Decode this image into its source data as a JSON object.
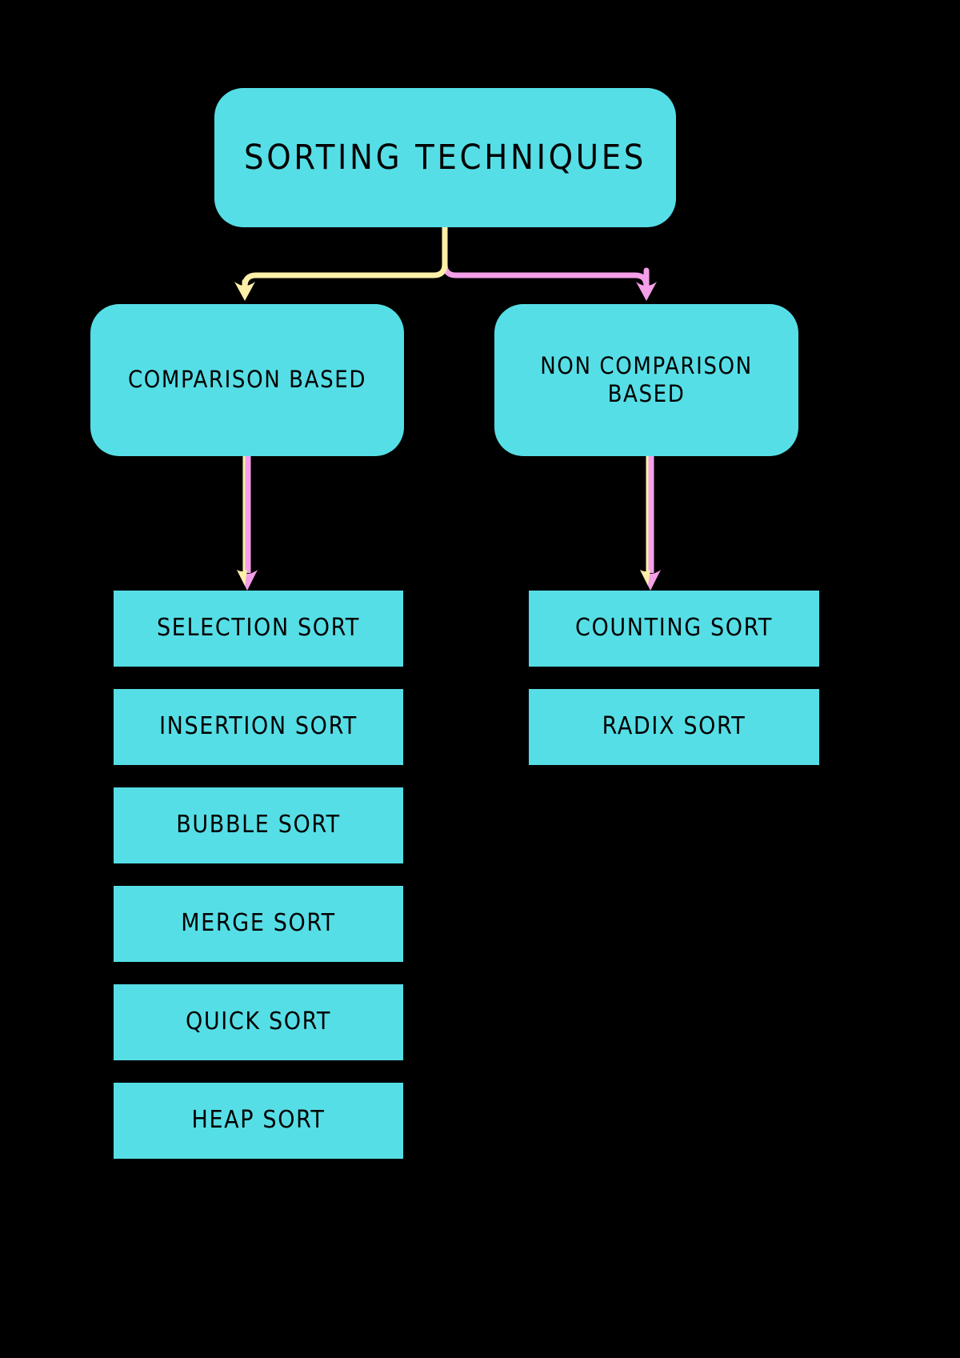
{
  "diagram": {
    "title": "Sorting Techniques",
    "background_color": "#000000",
    "node_color": "#56DEE6",
    "node_text_color": "#000000",
    "edge_colors": {
      "left_branch": "#FCEFA8",
      "right_branch": "#F49FE8"
    },
    "root": {
      "id": "sorting-techniques",
      "label": "SORTING TECHNIQUES"
    },
    "branches": [
      {
        "id": "comparison-based",
        "label": "COMPARISON BASED",
        "edge_color": "#FCEFA8",
        "children": [
          {
            "id": "selection-sort",
            "label": "SELECTION SORT"
          },
          {
            "id": "insertion-sort",
            "label": "INSERTION SORT"
          },
          {
            "id": "bubble-sort",
            "label": "BUBBLE SORT"
          },
          {
            "id": "merge-sort",
            "label": "MERGE SORT"
          },
          {
            "id": "quick-sort",
            "label": "QUICK SORT"
          },
          {
            "id": "heap-sort",
            "label": "HEAP SORT"
          }
        ]
      },
      {
        "id": "non-comparison-based",
        "label": "NON COMPARISON BASED",
        "label_line1": "NON COMPARISON",
        "label_line2": "BASED",
        "edge_color": "#F49FE8",
        "children": [
          {
            "id": "counting-sort",
            "label": "COUNTING SORT"
          },
          {
            "id": "radix-sort",
            "label": "RADIX SORT"
          }
        ]
      }
    ]
  }
}
